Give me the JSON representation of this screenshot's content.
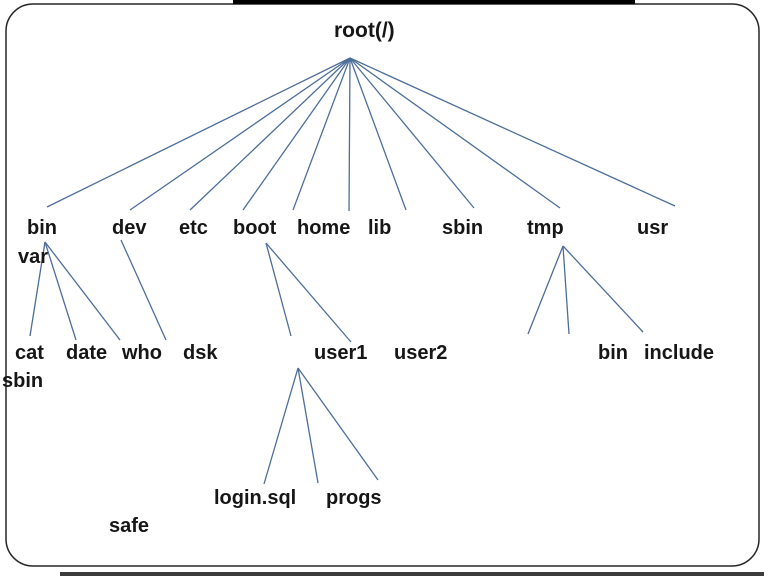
{
  "slide": {
    "title": "root(/)",
    "tree": {
      "root_label": "root(/)",
      "level1": [
        "bin",
        "dev",
        "etc",
        "boot",
        "home",
        "lib",
        "sbin",
        "tmp",
        "usr"
      ],
      "level1_wrapped": [
        "var"
      ],
      "level2": [
        "cat",
        "date",
        "who",
        "dsk",
        "user1",
        "user2",
        "bin",
        "include"
      ],
      "level2_wrapped": [
        "sbin"
      ],
      "level3": [
        "login.sql",
        "progs"
      ],
      "level3_wrapped": [
        "safe"
      ]
    },
    "edges": [
      {
        "from": "root(/)",
        "fan_count": 10,
        "toward": [
          "bin",
          "var",
          "dev",
          "etc",
          "boot",
          "home",
          "lib",
          "sbin",
          "tmp",
          "usr"
        ]
      },
      {
        "from": "bin",
        "fan_count": 3,
        "toward": [
          "cat",
          "date",
          "who"
        ]
      },
      {
        "from": "dev",
        "fan_count": 1,
        "toward": [
          "dsk"
        ]
      },
      {
        "from": "boot",
        "fan_count": 2,
        "toward": [
          "user1",
          "user2"
        ]
      },
      {
        "from": "tmp",
        "fan_count": 3,
        "toward": [
          "bin",
          "include"
        ]
      },
      {
        "from": "user1",
        "fan_count": 3,
        "toward": [
          "login.sql",
          "progs",
          "safe"
        ]
      }
    ],
    "colors": {
      "edge": "#4d6e99",
      "text": "#161616",
      "frame_border": "#262626",
      "top_bar": "#000000",
      "bottom_bar": "#3c3c3c"
    }
  }
}
